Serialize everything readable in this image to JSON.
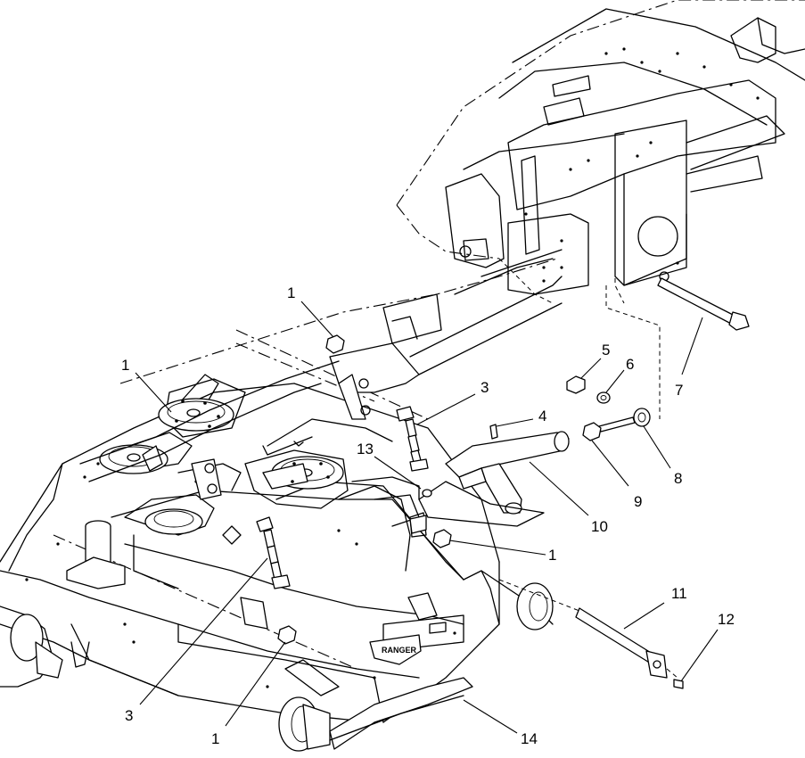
{
  "diagram": {
    "callouts": [
      {
        "id": "c1-top",
        "label": "1"
      },
      {
        "id": "c1-left",
        "label": "1"
      },
      {
        "id": "c3-upper",
        "label": "3"
      },
      {
        "id": "c4",
        "label": "4"
      },
      {
        "id": "c5",
        "label": "5"
      },
      {
        "id": "c6",
        "label": "6"
      },
      {
        "id": "c7",
        "label": "7"
      },
      {
        "id": "c8",
        "label": "8"
      },
      {
        "id": "c9",
        "label": "9"
      },
      {
        "id": "c10",
        "label": "10"
      },
      {
        "id": "c13",
        "label": "13"
      },
      {
        "id": "c1-mid",
        "label": "1"
      },
      {
        "id": "c11",
        "label": "11"
      },
      {
        "id": "c12",
        "label": "12"
      },
      {
        "id": "c3-lower",
        "label": "3"
      },
      {
        "id": "c1-bottom",
        "label": "1"
      },
      {
        "id": "c14",
        "label": "14"
      }
    ],
    "decal_text": "RANGER"
  }
}
